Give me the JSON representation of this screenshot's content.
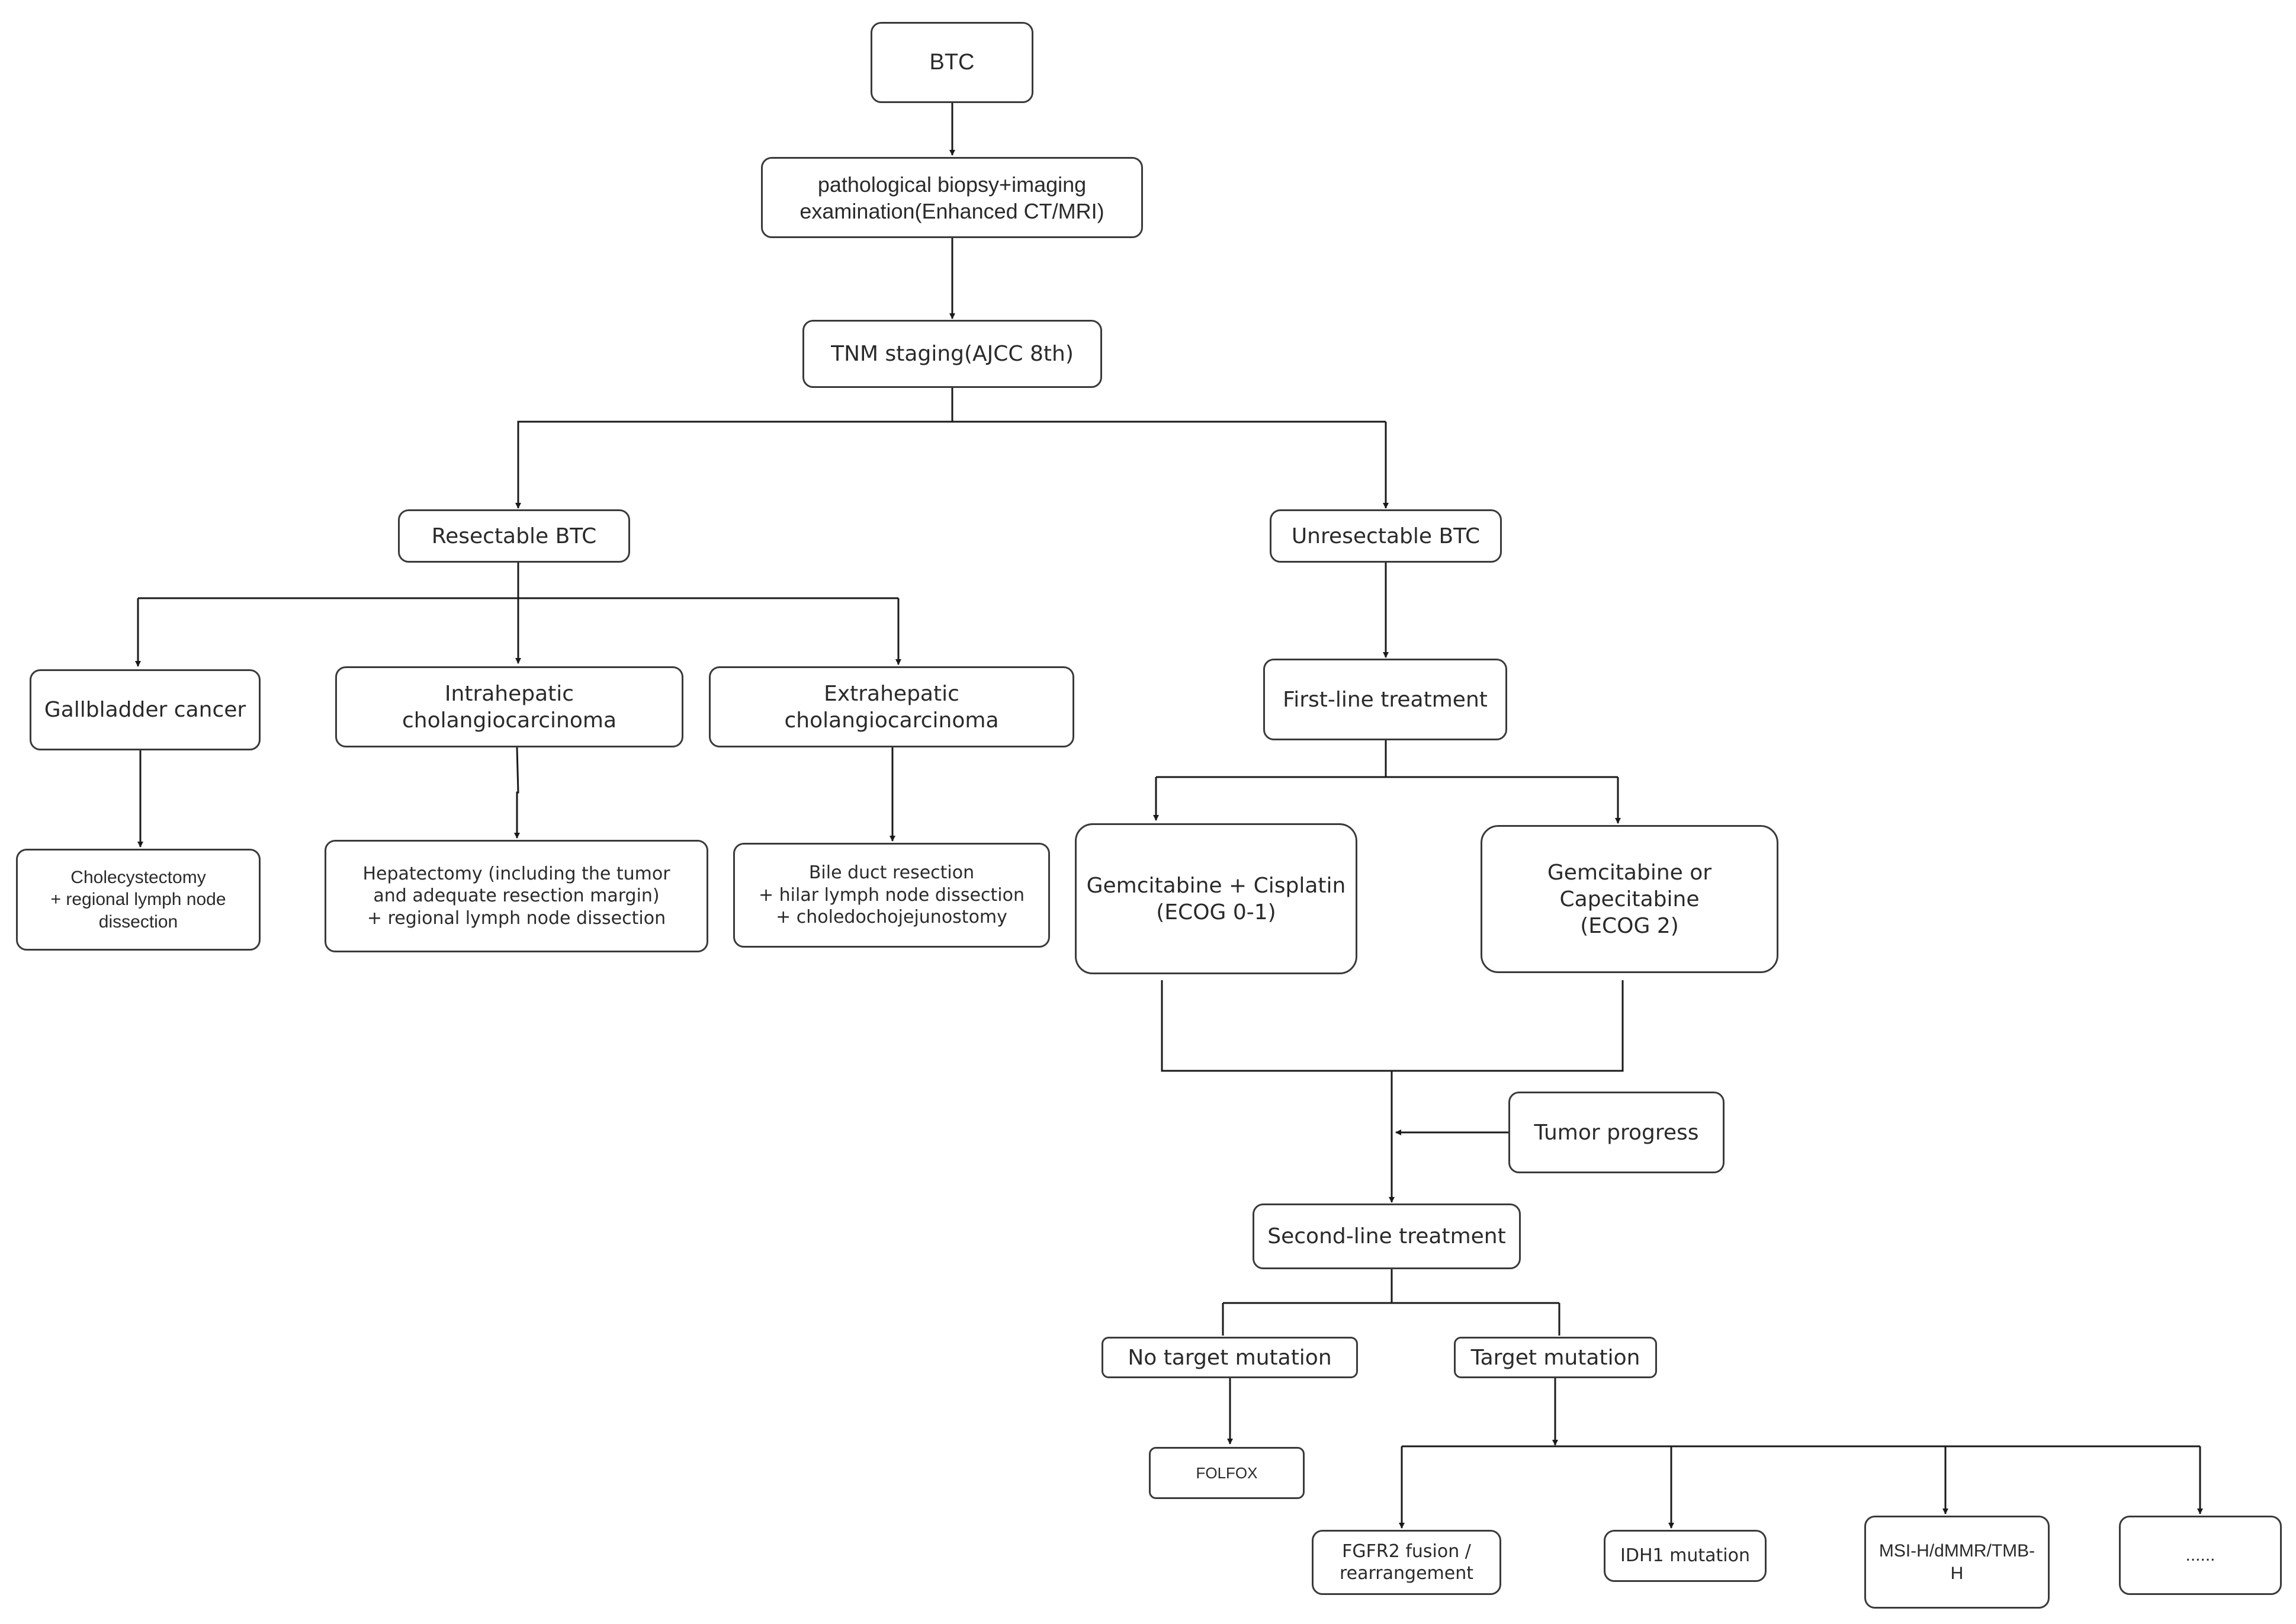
{
  "nodes": {
    "btc": "BTC",
    "biopsy": "pathological biopsy+imaging\nexamination(Enhanced CT/MRI)",
    "tnm": "TNM staging(AJCC 8th)",
    "resectable": "Resectable BTC",
    "unresectable": "Unresectable BTC",
    "gallbladder": "Gallbladder cancer",
    "intrahepatic": "Intrahepatic cholangiocarcinoma",
    "extrahepatic": "Extrahepatic cholangiocarcinoma",
    "cholecystectomy": "Cholecystectomy\n+ regional lymph node\ndissection",
    "hepatectomy": "Hepatectomy (including the tumor\nand adequate resection margin)\n+ regional lymph node dissection",
    "bileduct": "Bile duct resection\n+ hilar lymph node dissection\n+ choledochojejunostomy",
    "firstline": "First-line treatment",
    "gemcis": "Gemcitabine + Cisplatin\n(ECOG 0-1)",
    "gemcap": "Gemcitabine or Capecitabine\n(ECOG 2)",
    "progress": "Tumor progress",
    "secondline": "Second-line treatment",
    "notarget": "No target mutation",
    "target": "Target mutation",
    "folfox": "FOLFOX",
    "fgfr2": "FGFR2 fusion /\nrearrangement",
    "idh1": "IDH1 mutation",
    "msih": "MSI-H/dMMR/TMB-\nH",
    "more": "......"
  },
  "colors": {
    "line": "#1a1a1a",
    "border": "#3a3a3a",
    "text": "#2a2a2a"
  }
}
